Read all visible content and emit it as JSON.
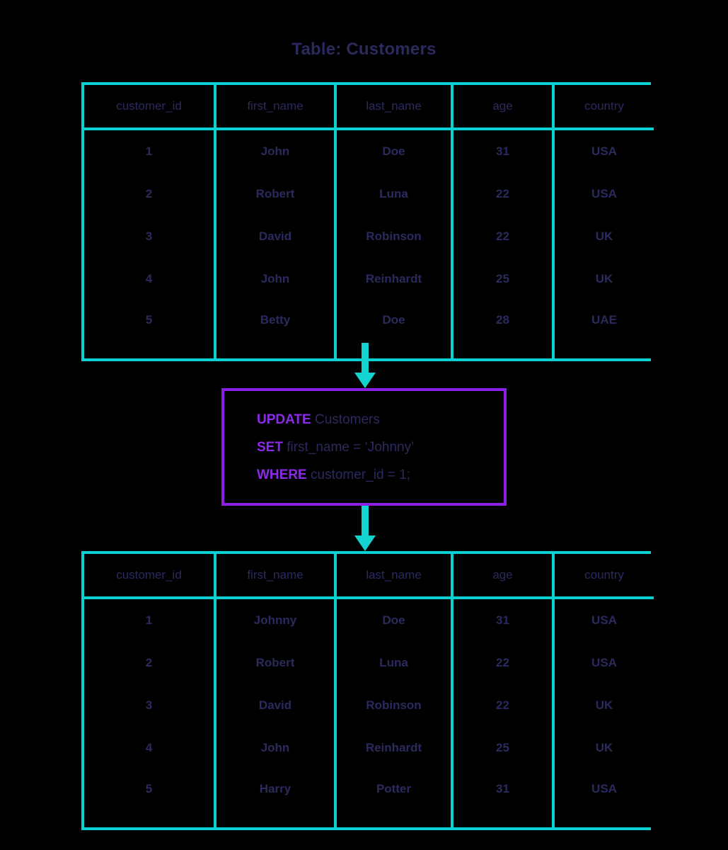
{
  "title": "Table: Customers",
  "columns": [
    "customer_id",
    "first_name",
    "last_name",
    "age",
    "country"
  ],
  "table_before": {
    "rows": [
      [
        "1",
        "John",
        "Doe",
        "31",
        "USA"
      ],
      [
        "2",
        "Robert",
        "Luna",
        "22",
        "USA"
      ],
      [
        "3",
        "David",
        "Robinson",
        "22",
        "UK"
      ],
      [
        "4",
        "John",
        "Reinhardt",
        "25",
        "UK"
      ],
      [
        "5",
        "Betty",
        "Doe",
        "28",
        "UAE"
      ]
    ]
  },
  "table_after": {
    "rows": [
      [
        "1",
        "Johnny",
        "Doe",
        "31",
        "USA"
      ],
      [
        "2",
        "Robert",
        "Luna",
        "22",
        "USA"
      ],
      [
        "3",
        "David",
        "Robinson",
        "22",
        "UK"
      ],
      [
        "4",
        "John",
        "Reinhardt",
        "25",
        "UK"
      ],
      [
        "5",
        "Harry",
        "Potter",
        "31",
        "USA"
      ]
    ]
  },
  "query": {
    "line1": {
      "keyword": "UPDATE",
      "rest": "Customers"
    },
    "line2": {
      "keyword": "SET",
      "rest": "first_name = ‘Johnny’"
    },
    "line3": {
      "keyword": "WHERE",
      "rest": "customer_id = 1;"
    }
  },
  "colors": {
    "table_border": "#0ad1d1",
    "arrow": "#13d3d0",
    "query_border": "#8b1fe8",
    "keyword": "#8b2be8",
    "text": "#2b2a5e",
    "background": "#000000"
  }
}
